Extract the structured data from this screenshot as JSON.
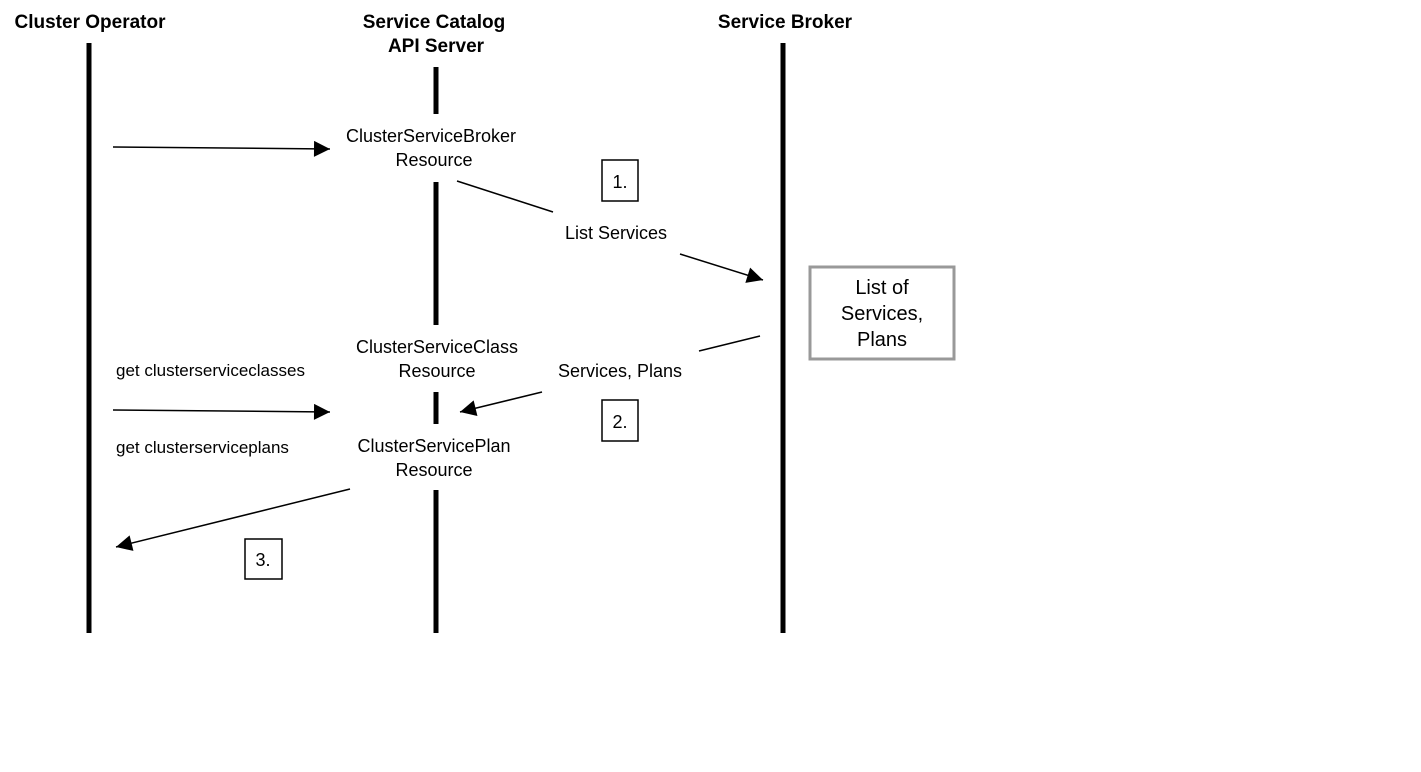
{
  "participants": {
    "operator": "Cluster Operator",
    "api_server_line1": "Service Catalog",
    "api_server_line2": "API Server",
    "broker": "Service Broker"
  },
  "resources": {
    "broker_line1": "ClusterServiceBroker",
    "broker_line2": "Resource",
    "class_line1": "ClusterServiceClass",
    "class_line2": "Resource",
    "plan_line1": "ClusterServicePlan",
    "plan_line2": "Resource"
  },
  "messages": {
    "list_services": "List Services",
    "services_plans": "Services, Plans",
    "get_classes": "get clusterserviceclasses",
    "get_plans": "get clusterserviceplans"
  },
  "steps": {
    "step1": "1.",
    "step2": "2.",
    "step3": "3."
  },
  "broker_box": {
    "line1": "List of",
    "line2": "Services,",
    "line3": "Plans"
  },
  "colors": {
    "line": "#000000",
    "box_border": "#999999"
  }
}
